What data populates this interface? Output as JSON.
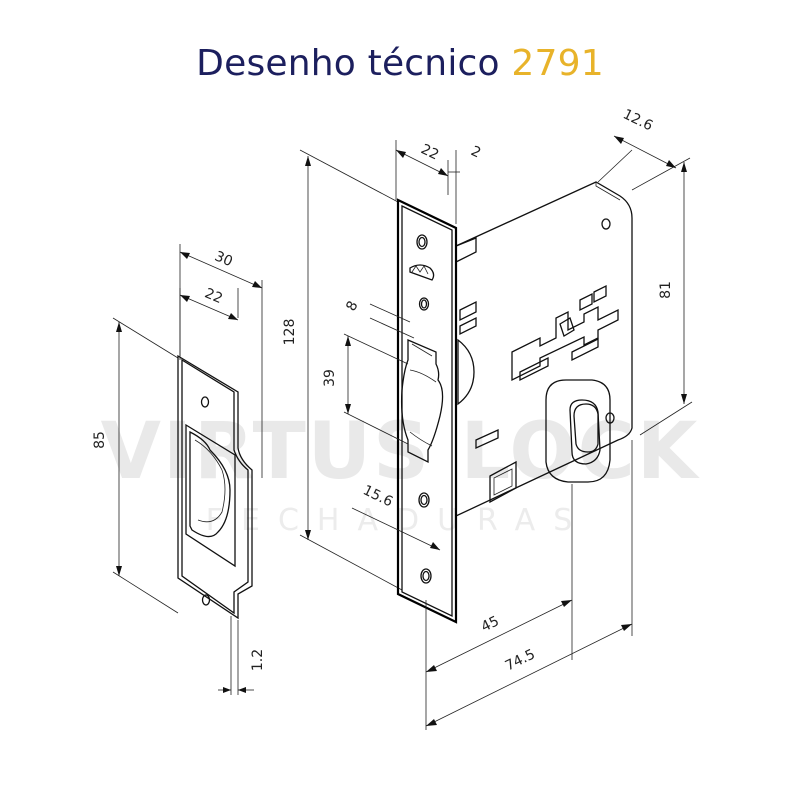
{
  "title": {
    "text": "Desenho técnico",
    "model": "2791"
  },
  "watermark": {
    "brand": "VIRTUS LOCK",
    "sub": "FECHADURAS"
  },
  "strike_plate": {
    "dims": {
      "width_outer": "30",
      "width_inner": "22",
      "height": "85",
      "thickness": "1.2"
    }
  },
  "lock_body": {
    "dims": {
      "faceplate_width": "22",
      "faceplate_thickness": "2",
      "case_depth": "12.6",
      "faceplate_height": "128",
      "case_height": "81",
      "latch_height": "39",
      "latch_width": "8",
      "hole_offset": "15.6",
      "backset": "45",
      "total_depth": "74.5"
    }
  },
  "colors": {
    "title_navy": "#1c1f5e",
    "title_gold": "#e8b32a",
    "line": "#111111"
  }
}
